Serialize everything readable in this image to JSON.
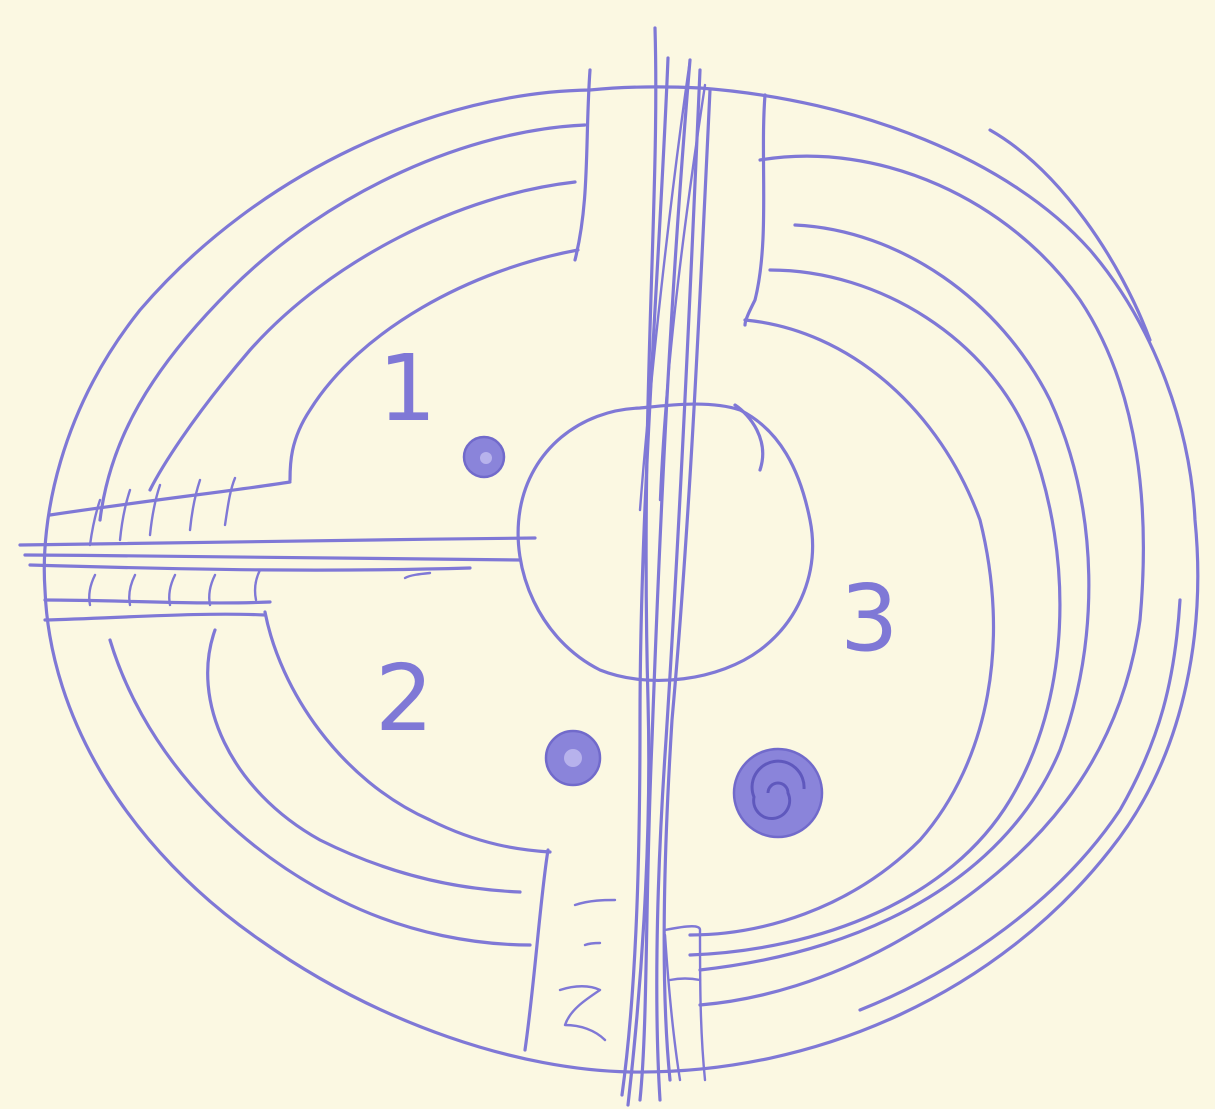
{
  "diagram": {
    "ink_color": "#7f78d6",
    "paper_color": "#fbf8e2",
    "labels": {
      "sector_1": "1",
      "sector_2": "2",
      "sector_3": "3"
    }
  }
}
